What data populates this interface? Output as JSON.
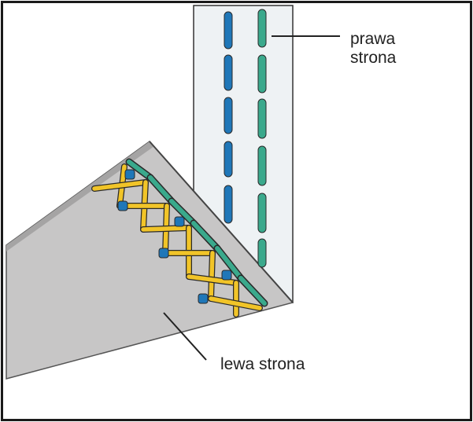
{
  "labels": {
    "right_side_line1": "prawa",
    "right_side_line2": "strona",
    "wrong_side": "lewa strona"
  },
  "colors": {
    "frame": "#1a1a1a",
    "right_panel": "#eef2f4",
    "folded_flap": "#c7c6c6",
    "flap_edge": "#a5a4a4",
    "blue_thread": "#1f77b8",
    "teal_thread": "#3aa98c",
    "yellow_thread": "#f1c428",
    "thread_outline": "#2a2a2a"
  },
  "icons": {
    "main": "blind-stitch-hem-diagram"
  }
}
